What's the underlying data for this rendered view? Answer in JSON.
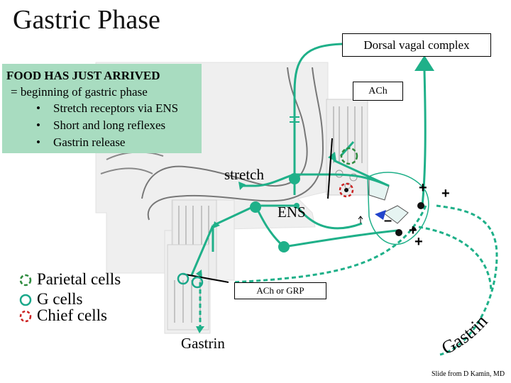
{
  "title": "Gastric Phase",
  "boxes": {
    "dorsal_vagal_complex": "Dorsal vagal complex",
    "ach": "ACh",
    "ach_or_grp": "ACh or GRP"
  },
  "note": {
    "heading": "FOOD HAS JUST ARRIVED",
    "subheading": "= beginning of gastric phase",
    "bullet_glyph": "•",
    "bullets": [
      "Stretch receptors via ENS",
      "Short and long reflexes",
      "Gastrin release"
    ]
  },
  "labels": {
    "stretch": "stretch",
    "ens": "ENS",
    "gastrin_left": "Gastrin",
    "gastrin_curved": "Gastrin",
    "credit": "Slide from D Kamin, MD"
  },
  "signs": {
    "plus": "+",
    "minus": "–"
  },
  "legend": [
    {
      "label": "Parietal cells",
      "icon": "dashed-green-circle",
      "color": "#2e8b3e"
    },
    {
      "label": "G cells",
      "icon": "solid-teal-circle",
      "color": "#1aa88a"
    },
    {
      "label": "Chief cells",
      "icon": "dashed-red-circle",
      "color": "#cc2222"
    }
  ],
  "colors": {
    "pathway": "#1fb089",
    "note_bg": "#a8dcc0",
    "parietal": "#2e8b3e",
    "chief": "#cc2222",
    "inhibitory": "#2244cc"
  }
}
